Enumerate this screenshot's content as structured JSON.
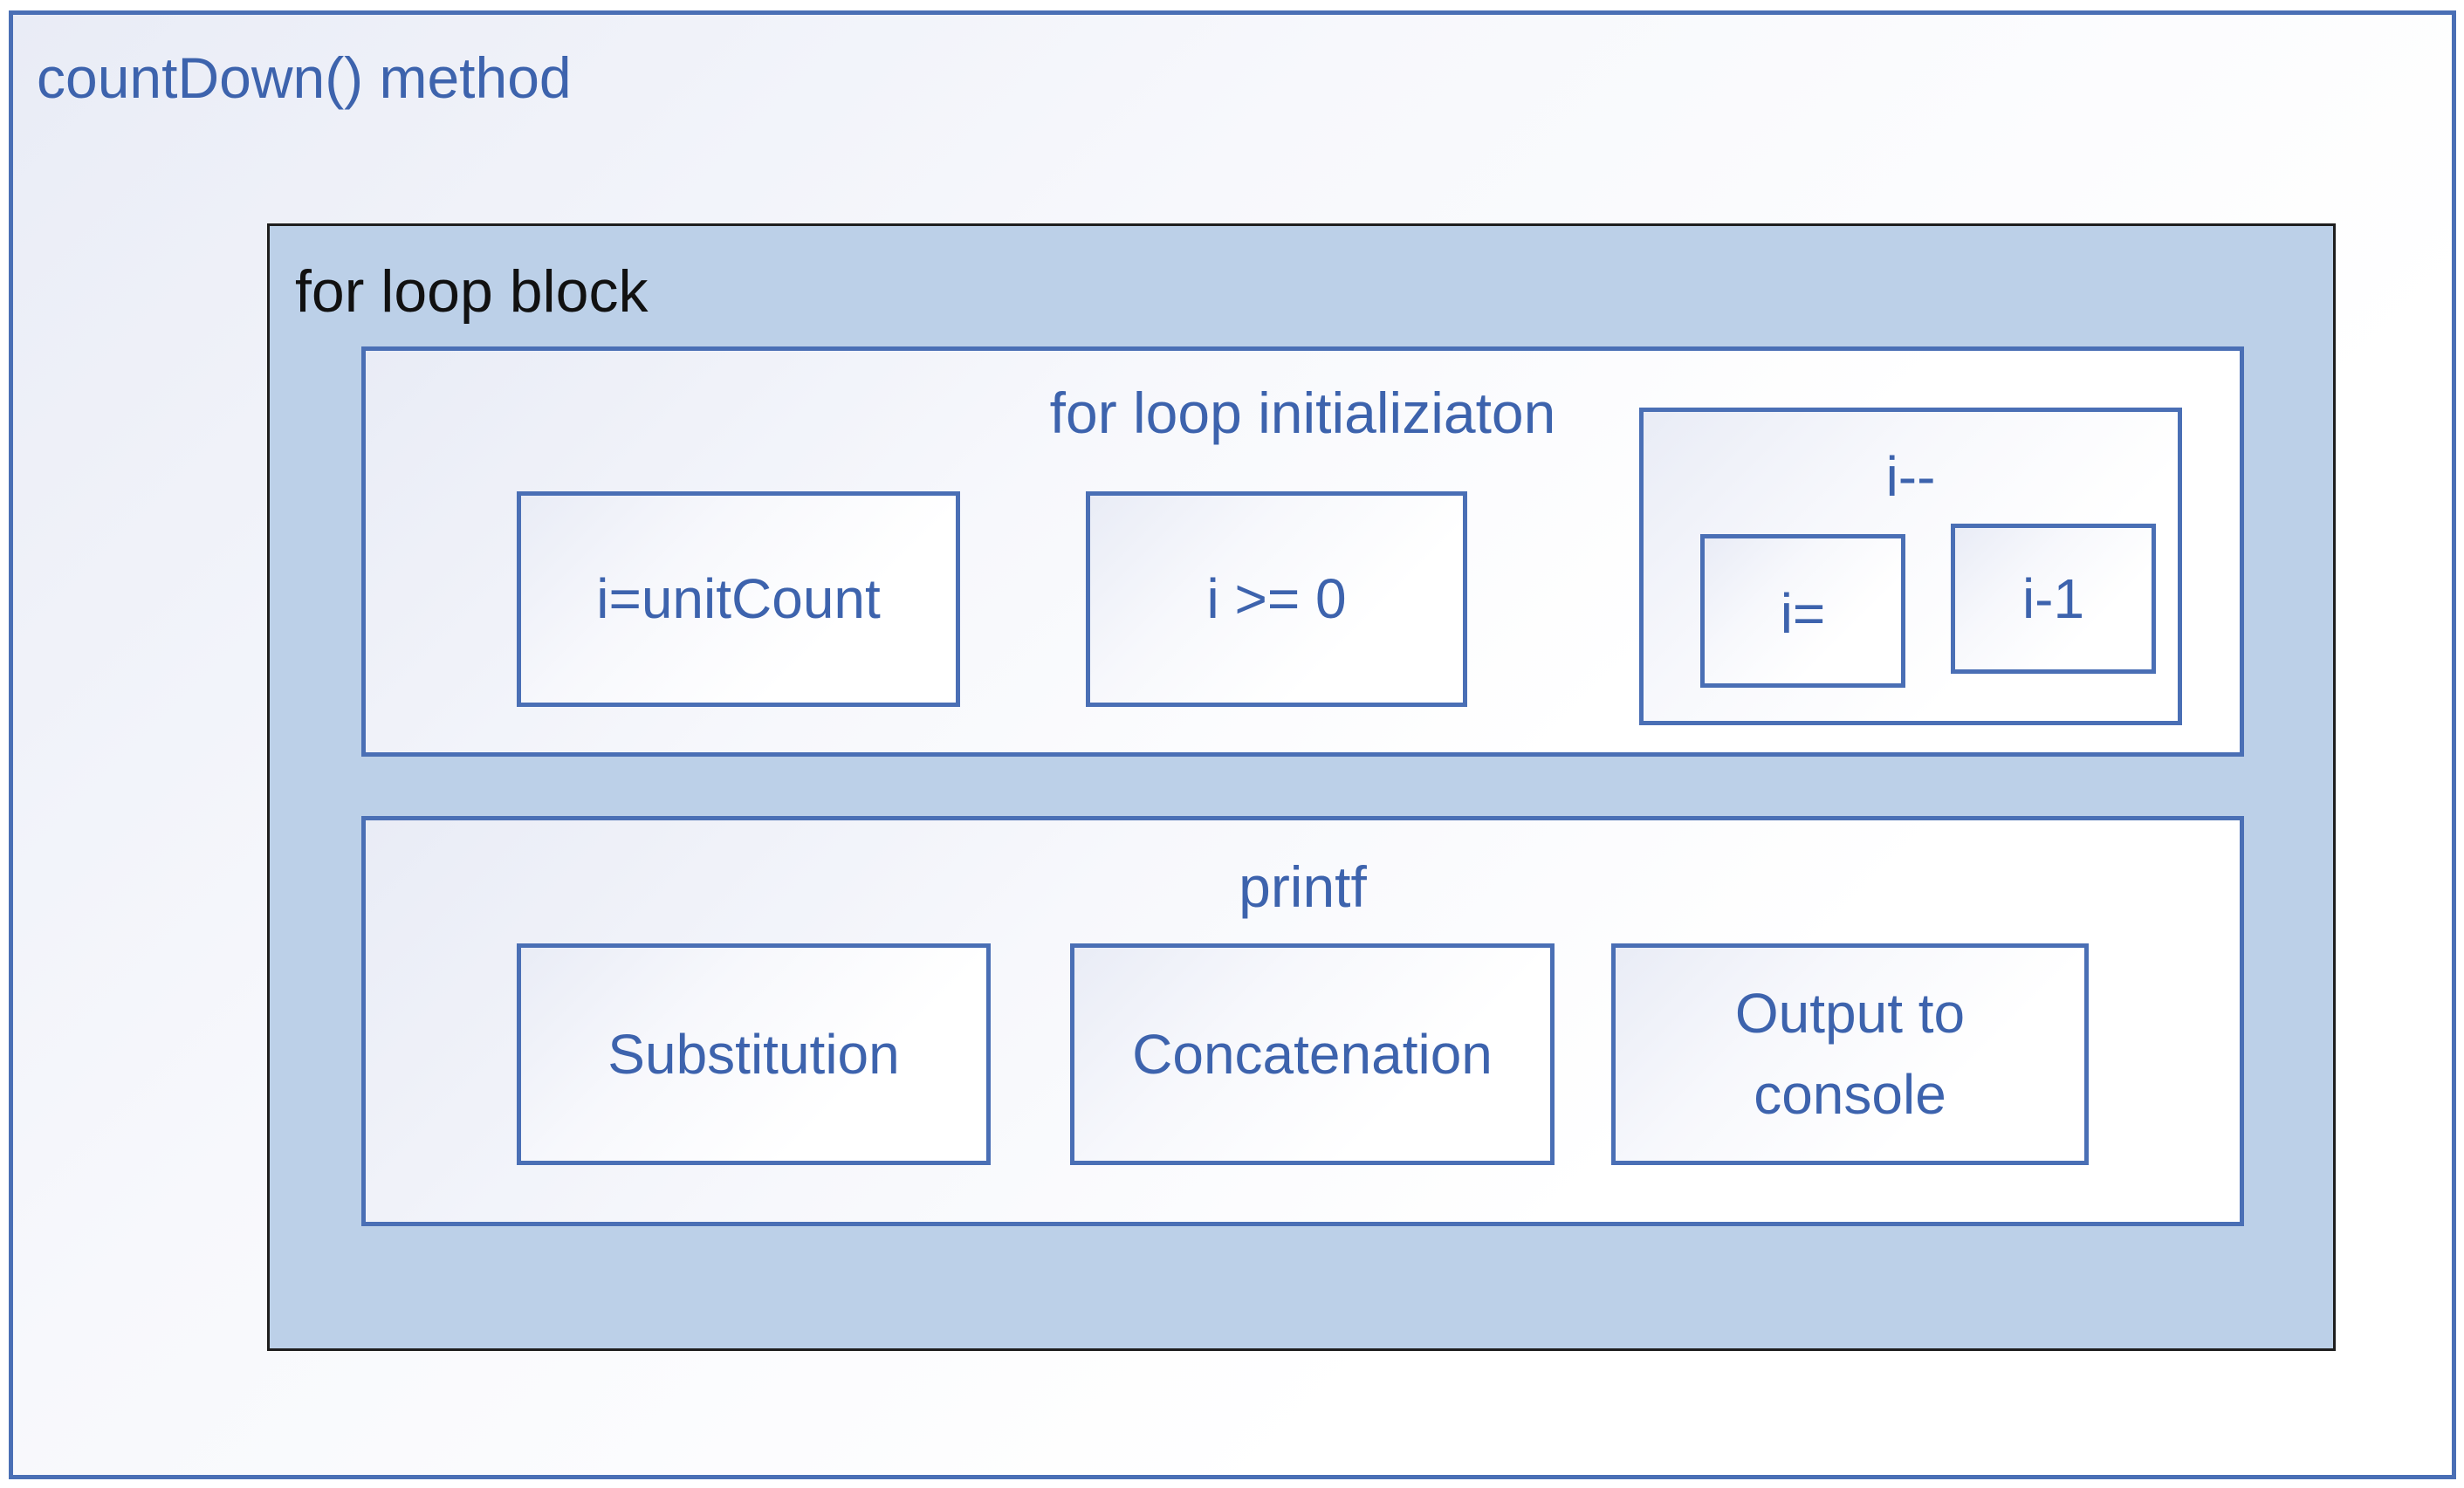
{
  "outer": {
    "title": "countDown() method"
  },
  "for_loop": {
    "title": "for loop block",
    "initialization": {
      "title": "for loop initializiaton",
      "items": [
        "i=unitCount",
        "i >= 0"
      ],
      "decrement": {
        "title": "i--",
        "items": [
          "i=",
          "i-1"
        ]
      }
    },
    "printf": {
      "title": "printf",
      "items": [
        "Substitution",
        "Concatenation",
        "Output to\nconsole"
      ]
    }
  },
  "colors": {
    "border": "#4a6fb5",
    "text": "#3d63ad",
    "loop_fill": "#bcd0e8",
    "loop_border": "#1e1e1e"
  }
}
